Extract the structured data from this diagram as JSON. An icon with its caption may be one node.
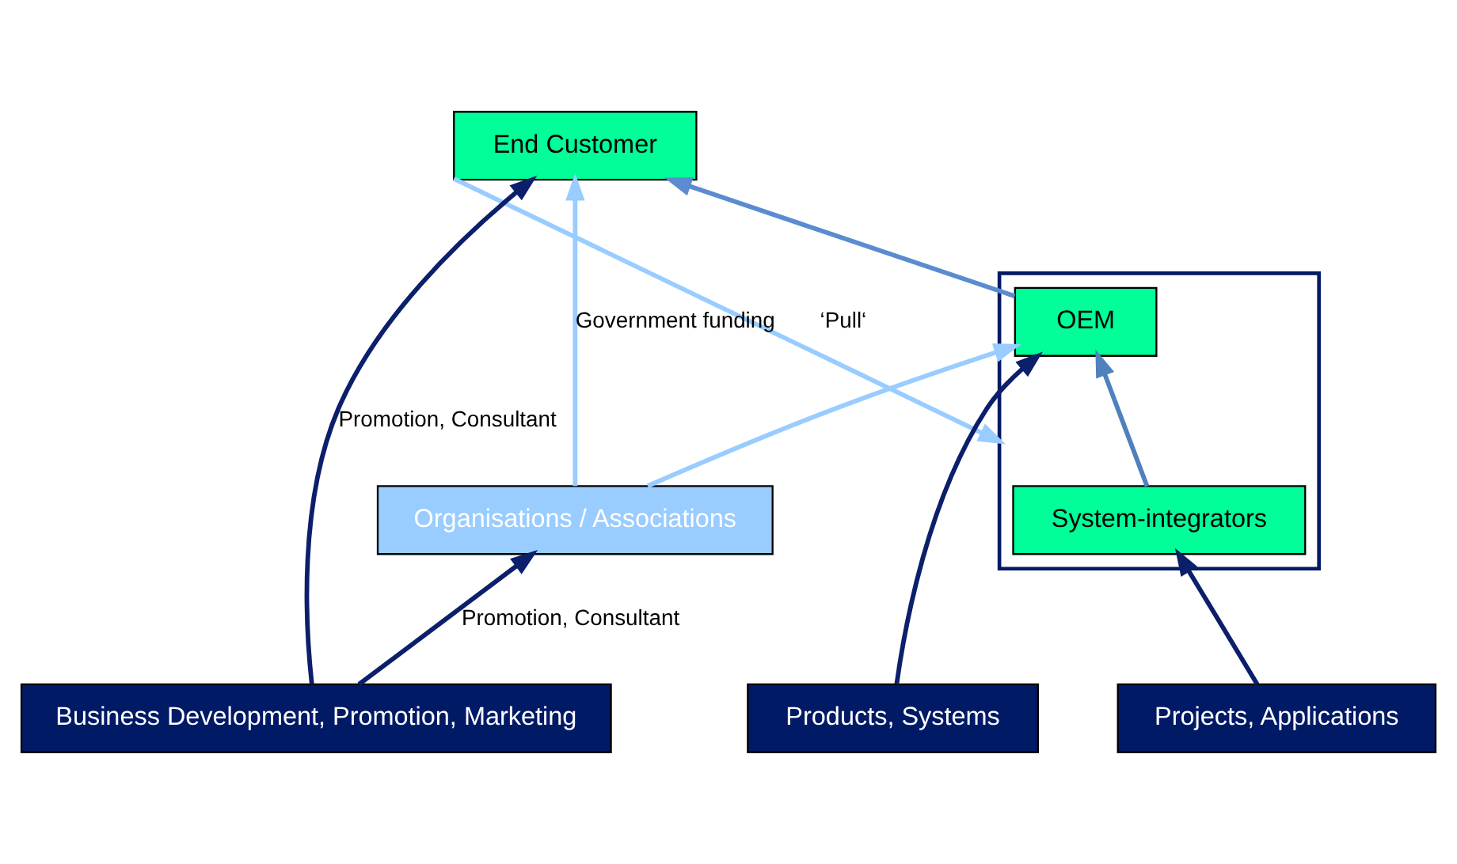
{
  "diagram": {
    "nodes": [
      {
        "text": [
          "End Customer"
        ]
      },
      {
        "text": [
          "Organisations / Associations"
        ]
      },
      {
        "text": [],
        "shape": "box"
      },
      {
        "text": [
          "OEM"
        ],
        "in": 2
      },
      {
        "text": [
          "System-integrators"
        ],
        "in": 2
      },
      {
        "text": [
          "Projects, Applications"
        ]
      },
      {
        "text": [
          "Products, Systems"
        ]
      },
      {
        "text": [
          "Business Development, Promotion, Marketing"
        ]
      }
    ],
    "edges": [
      {
        "from": 0,
        "to": 2,
        "arrow": "to",
        "label": "‘Pull‘",
        "color": "#99ccff"
      },
      {
        "from": 3,
        "to": 0,
        "arrow": "to",
        "color": "#5b8bd0"
      },
      {
        "from": 7,
        "to": 0,
        "arrow": "to",
        "label": "Promotion, Consultant"
      },
      {
        "from": 7,
        "to": 1,
        "arrow": "to",
        "label": "Promotion, Consultant"
      },
      {
        "from": 1,
        "to": 0,
        "arrow": "to",
        "label": "Government funding",
        "color": "#99ccff"
      },
      {
        "from": 1,
        "to": 3,
        "arrow": "to",
        "color": "#99ccff"
      },
      {
        "from": 4,
        "to": 3,
        "arrow": "to",
        "color": "#4f81bd"
      },
      {
        "from": 5,
        "to": 4,
        "arrow": "to"
      },
      {
        "from": 6,
        "to": 3,
        "arrow": "to"
      }
    ]
  }
}
